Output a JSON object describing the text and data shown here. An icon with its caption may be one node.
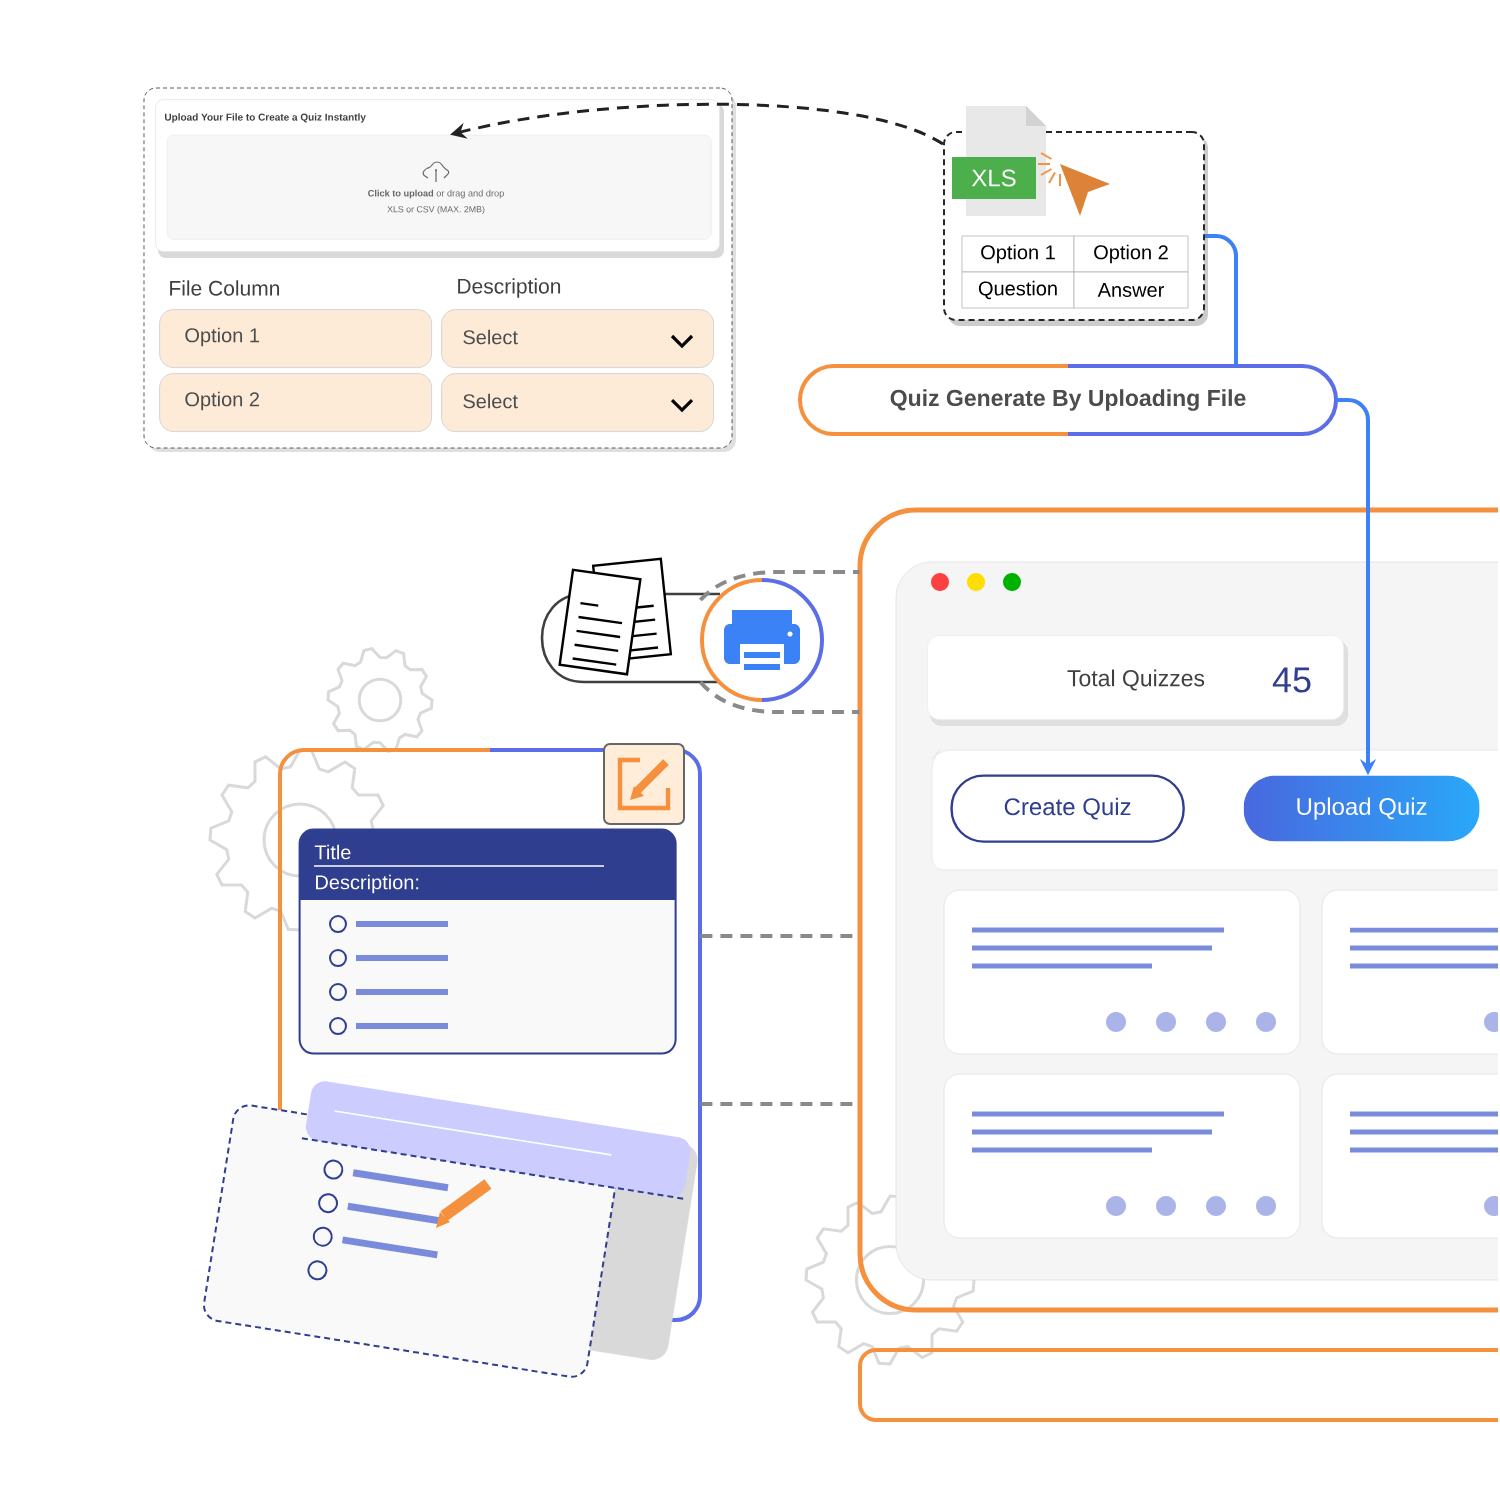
{
  "diagram": {
    "nodes": [
      {
        "text": [
          "File Column",
          "Description"
        ]
      },
      {
        "text": [
          "Upload Your File to Create a Quiz Instantly"
        ],
        "in": 0
      },
      {
        "text": [
          "**Click to upload** or drag and drop",
          "XLS or CSV (MAX. 2MB)"
        ],
        "in": 1
      },
      {
        "text": [
          "Option 1"
        ],
        "in": 0
      },
      {
        "text": [
          "Select"
        ],
        "in": 0
      },
      {
        "text": [
          "Option 2"
        ],
        "in": 0
      },
      {
        "text": [
          "Select"
        ],
        "in": 0
      },
      {
        "text": [
          "XLS"
        ]
      },
      {
        "text": [
          "Quiz Generate By Uploading File"
        ]
      },
      {
        "text": [],
        "shape": "box"
      },
      {
        "text": [
          "Total Quizzes",
          "45"
        ],
        "in": 9
      },
      {
        "text": [
          "Create Quiz"
        ],
        "in": 9
      },
      {
        "text": [
          "Upload Quiz"
        ],
        "in": 9
      },
      {
        "text": [],
        "shape": "picture"
      },
      {
        "text": [],
        "shape": "box"
      },
      {
        "text": [
          "Title",
          "Description:"
        ],
        "in": 14
      },
      {
        "text": [],
        "shape": "box",
        "in": 14
      }
    ],
    "edges": [
      {
        "from": 7,
        "to": 2,
        "arrow": "to",
        "style": "dashed",
        "color": "#222222"
      },
      {
        "from": 7,
        "to": 8,
        "arrow": "none",
        "color": "#3b82f6"
      },
      {
        "from": 8,
        "to": 12,
        "arrow": "to",
        "color": "#3b82f6"
      },
      {
        "from": 13,
        "to": 9,
        "arrow": "none",
        "style": "dashed"
      },
      {
        "from": 13,
        "to": 9,
        "arrow": "none",
        "style": "dashed"
      },
      {
        "from": 14,
        "to": 9,
        "arrow": "none",
        "style": "dashed"
      },
      {
        "from": 14,
        "to": 9,
        "arrow": "none",
        "style": "dashed"
      }
    ],
    "labels": [
      "Option 1",
      "Option 2",
      "Question",
      "Answer"
    ]
  }
}
